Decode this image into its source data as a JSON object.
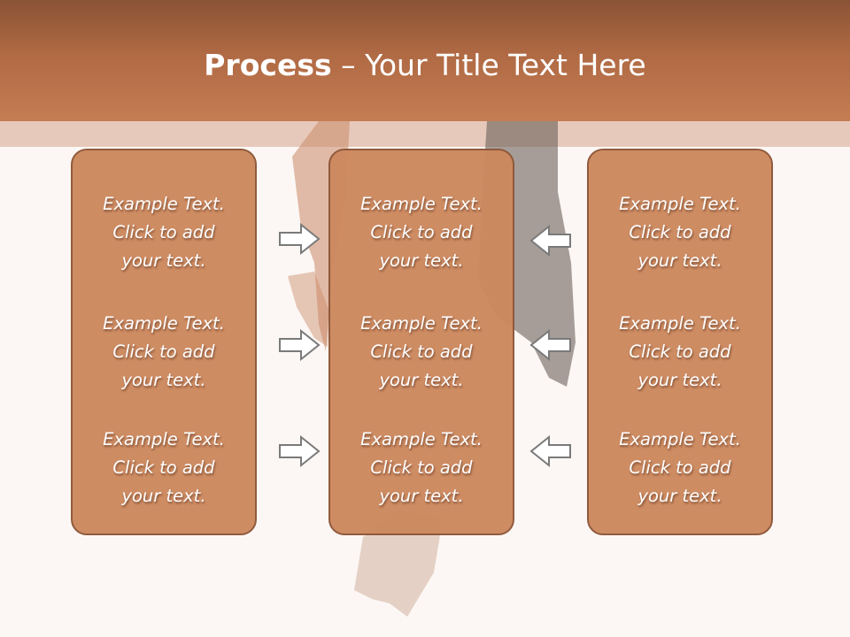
{
  "slide": {
    "title_bold": "Process",
    "title_rest": " – Your Title Text Here"
  },
  "columns": [
    {
      "items": [
        {
          "line1": "Example Text.",
          "line2": "Click  to add",
          "line3": "your text."
        },
        {
          "line1": "Example Text.",
          "line2": "Click  to add",
          "line3": "your text."
        },
        {
          "line1": "Example Text.",
          "line2": "Click  to add",
          "line3": "your text."
        }
      ]
    },
    {
      "items": [
        {
          "line1": "Example Text.",
          "line2": "Click  to add",
          "line3": "your text."
        },
        {
          "line1": "Example Text.",
          "line2": "Click  to add",
          "line3": "your text."
        },
        {
          "line1": "Example Text.",
          "line2": "Click  to add",
          "line3": "your text."
        }
      ]
    },
    {
      "items": [
        {
          "line1": "Example Text.",
          "line2": "Click  to add",
          "line3": "your text."
        },
        {
          "line1": "Example Text.",
          "line2": "Click  to add",
          "line3": "your text."
        },
        {
          "line1": "Example Text.",
          "line2": "Click  to add",
          "line3": "your text."
        }
      ]
    }
  ],
  "arrows": {
    "left": [
      "right-arrow-icon",
      "right-arrow-icon",
      "right-arrow-icon"
    ],
    "right": [
      "left-arrow-icon",
      "left-arrow-icon",
      "left-arrow-icon"
    ]
  },
  "colors": {
    "header": "#b06a44",
    "box_fill": "#cd895f",
    "box_border": "#8e5638",
    "band": "#e6c6b8",
    "background": "#fcf7f4"
  }
}
